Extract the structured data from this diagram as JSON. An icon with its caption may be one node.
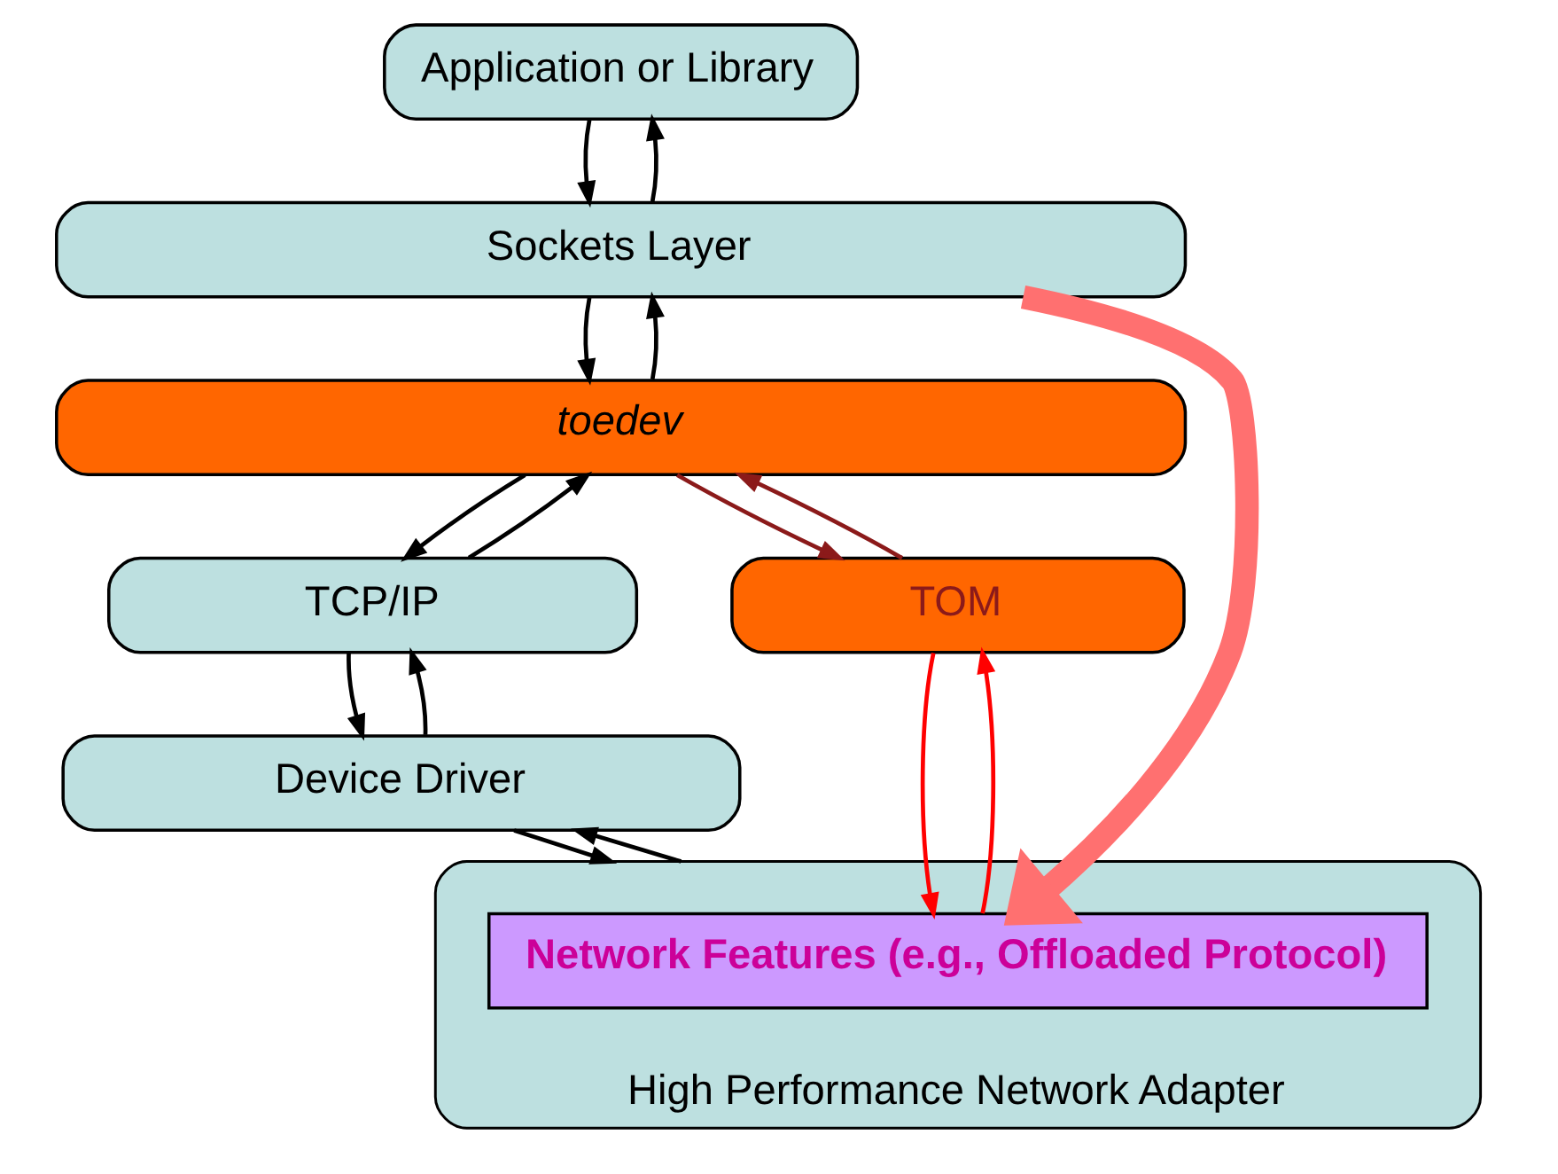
{
  "diagram": {
    "nodes": [
      {
        "text": [
          "Application or Library"
        ]
      },
      {
        "text": [
          "Sockets Layer"
        ]
      },
      {
        "text": [
          "toedev"
        ]
      },
      {
        "text": [
          "TCP/IP"
        ]
      },
      {
        "text": [
          "TOM"
        ]
      },
      {
        "text": [
          "Device Driver"
        ]
      },
      {
        "text": [
          "High Performance Network Adapter"
        ]
      },
      {
        "text": [
          "Network Features (e.g., Offloaded Protocol)"
        ],
        "in": 6
      }
    ],
    "edges": [
      {
        "from": 0,
        "to": 1,
        "arrow": "to"
      },
      {
        "from": 1,
        "to": 0,
        "arrow": "to"
      },
      {
        "from": 1,
        "to": 2,
        "arrow": "to"
      },
      {
        "from": 2,
        "to": 1,
        "arrow": "to"
      },
      {
        "from": 2,
        "to": 3,
        "arrow": "to"
      },
      {
        "from": 3,
        "to": 2,
        "arrow": "to"
      },
      {
        "from": 2,
        "to": 4,
        "arrow": "to",
        "color": "#8b1a1a"
      },
      {
        "from": 4,
        "to": 2,
        "arrow": "to",
        "color": "#8b1a1a"
      },
      {
        "from": 3,
        "to": 5,
        "arrow": "to"
      },
      {
        "from": 5,
        "to": 3,
        "arrow": "to"
      },
      {
        "from": 5,
        "to": 6,
        "arrow": "to"
      },
      {
        "from": 6,
        "to": 5,
        "arrow": "to"
      },
      {
        "from": 4,
        "to": 7,
        "arrow": "to",
        "color": "#ff0000"
      },
      {
        "from": 7,
        "to": 4,
        "arrow": "to",
        "color": "#ff0000"
      },
      {
        "from": 1,
        "to": 7,
        "arrow": "to",
        "style": "thick",
        "color": "#ff7070"
      }
    ]
  }
}
